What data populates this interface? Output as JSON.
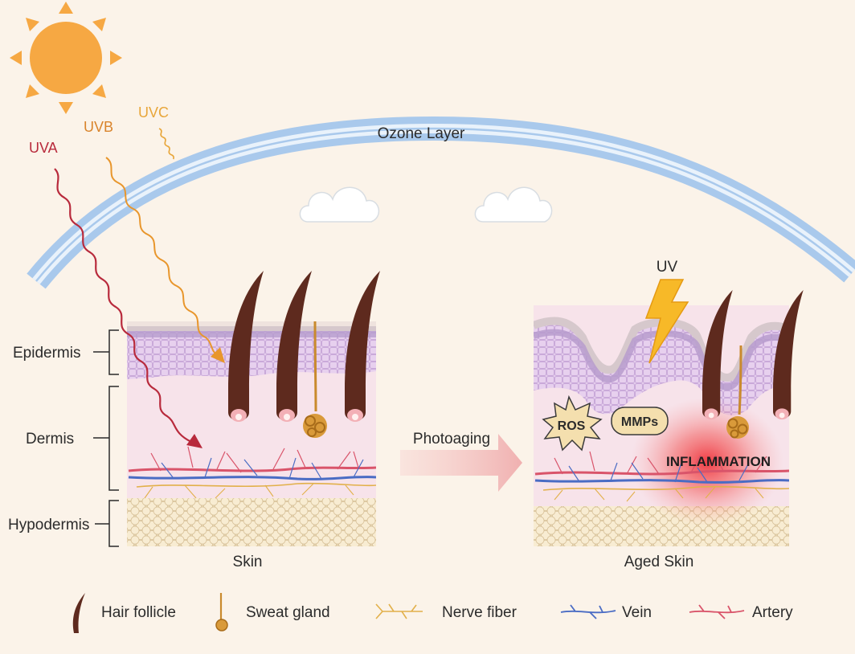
{
  "labels": {
    "uva": "UVA",
    "uvb": "UVB",
    "uvc": "UVC",
    "ozone": "Ozone Layer",
    "uv": "UV",
    "photoaging": "Photoaging",
    "ros": "ROS",
    "mmps": "MMPs",
    "inflammation": "INFLAMMATION",
    "epidermis": "Epidermis",
    "dermis": "Dermis",
    "hypodermis": "Hypodermis",
    "skin": "Skin",
    "aged_skin": "Aged Skin"
  },
  "legend": [
    {
      "icon": "hair-follicle-icon",
      "label": "Hair follicle"
    },
    {
      "icon": "sweat-gland-icon",
      "label": "Sweat gland"
    },
    {
      "icon": "nerve-fiber-icon",
      "label": "Nerve fiber"
    },
    {
      "icon": "vein-icon",
      "label": "Vein"
    },
    {
      "icon": "artery-icon",
      "label": "Artery"
    }
  ],
  "colors": {
    "background": "#fbf3e9",
    "sun": "#f6a843",
    "uva": "#b82a3c",
    "uvb": "#d9842c",
    "uvc": "#e8a63a",
    "ozone": "#a9c9ec",
    "epidermis": "#c7aad5",
    "dermis": "#f7e3ea",
    "hypodermis": "#efdfc0",
    "hair": "#5e2a1e",
    "gland": "#c98a2d",
    "vein": "#4a6cc4",
    "artery": "#d9546a",
    "nerve": "#e2b04a",
    "inflammation": "#f0434a",
    "lightning": "#f7b928"
  }
}
